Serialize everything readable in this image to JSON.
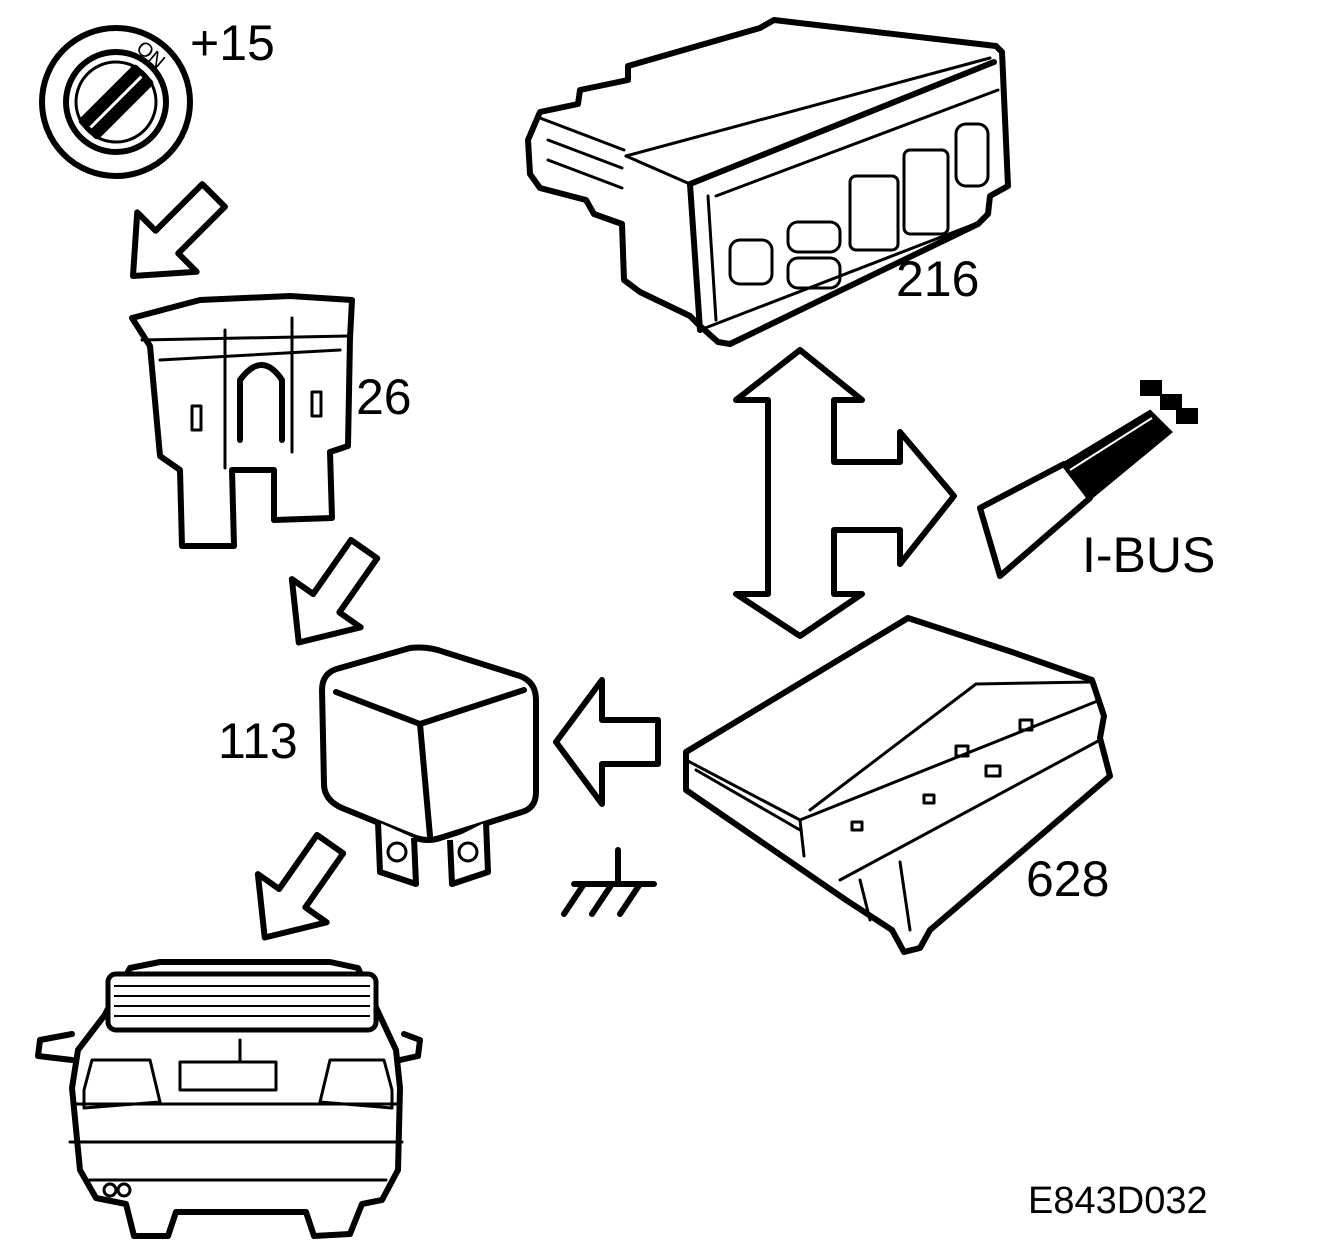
{
  "labels": {
    "ignition": "+15",
    "ignition_on": "ON",
    "fuse": "26",
    "relay": "113",
    "panel": "216",
    "module": "628",
    "bus": "I-BUS",
    "figure_id": "E843D032"
  },
  "icons": [
    "ignition-switch-icon",
    "fuse-icon",
    "relay-icon",
    "control-panel-icon",
    "control-module-icon",
    "bus-connector-icon",
    "ground-icon",
    "rear-window-car-icon"
  ]
}
